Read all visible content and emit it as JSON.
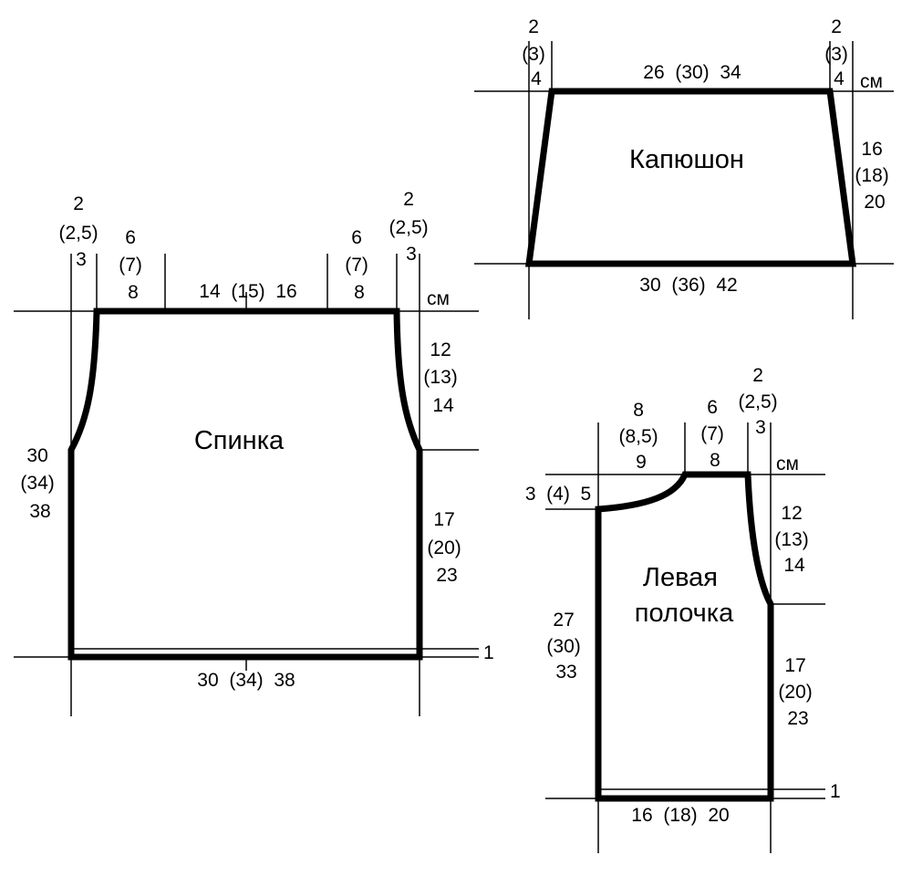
{
  "back": {
    "title": "Спинка",
    "shoulder_left": [
      "2",
      "(2,5)",
      "3"
    ],
    "neck_side_left": [
      "6",
      "(7)",
      "8"
    ],
    "neck_width": "14  (15)  16",
    "neck_side_right": [
      "6",
      "(7)",
      "8"
    ],
    "shoulder_right": [
      "2",
      "(2,5)",
      "3"
    ],
    "unit": "см",
    "armhole_height": [
      "12",
      "(13)",
      "14"
    ],
    "side_height": [
      "17",
      "(20)",
      "23"
    ],
    "total_height": [
      "30",
      "(34)",
      "38"
    ],
    "hem": "1",
    "bottom_width": "30  (34)  38"
  },
  "hood": {
    "title": "Капюшон",
    "taper_left": [
      "2",
      "(3)",
      "4"
    ],
    "top_width": "26  (30)  34",
    "taper_right": [
      "2",
      "(3)",
      "4"
    ],
    "unit": "см",
    "height": [
      "16",
      "(18)",
      "20"
    ],
    "bottom_width": "30  (36)  42"
  },
  "front": {
    "title": [
      "Левая",
      "полочка"
    ],
    "neck_width": [
      "8",
      "(8,5)",
      "9"
    ],
    "shoulder_width": [
      "6",
      "(7)",
      "8"
    ],
    "armhole_inset": [
      "2",
      "(2,5)",
      "3"
    ],
    "unit": "см",
    "neck_depth": "3  (4)  5",
    "armhole_height": [
      "12",
      "(13)",
      "14"
    ],
    "side_height": [
      "17",
      "(20)",
      "23"
    ],
    "total_height": [
      "27",
      "(30)",
      "33"
    ],
    "hem": "1",
    "bottom_width": "16  (18)  20"
  }
}
